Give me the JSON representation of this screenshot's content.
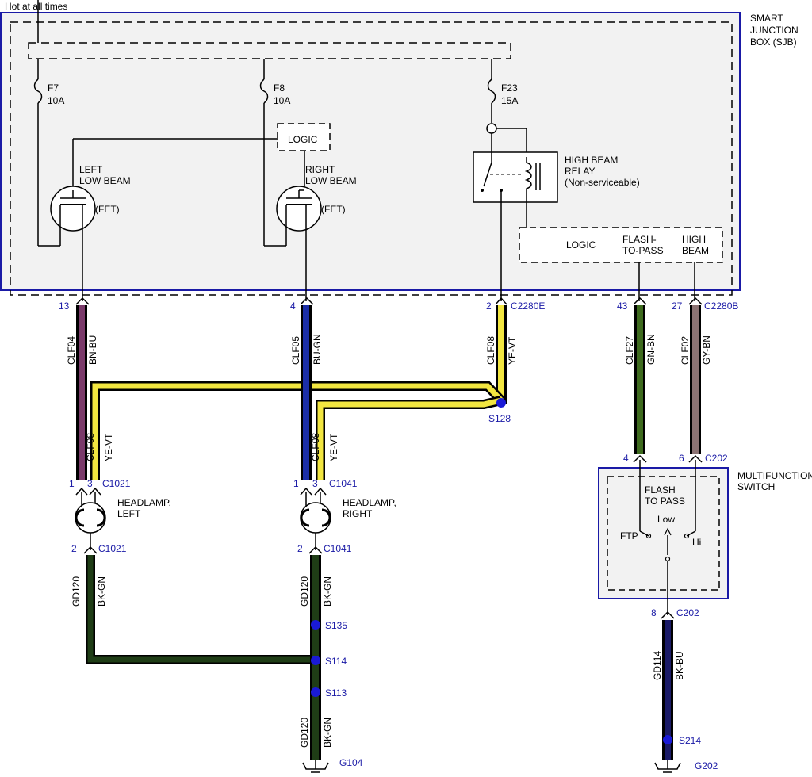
{
  "header": {
    "power_note": "Hot at all times"
  },
  "sjb": {
    "title_lines": [
      "SMART",
      "JUNCTION",
      "BOX (SJB)"
    ]
  },
  "fuses": [
    {
      "id": "F7",
      "rating": "10A"
    },
    {
      "id": "F8",
      "rating": "10A"
    },
    {
      "id": "F23",
      "rating": "15A"
    }
  ],
  "logic_box": "LOGIC",
  "fets": [
    {
      "lines": [
        "LEFT",
        "LOW BEAM"
      ],
      "type": "(FET)"
    },
    {
      "lines": [
        "RIGHT",
        "LOW BEAM"
      ],
      "type": "(FET)"
    }
  ],
  "relay": {
    "lines": [
      "HIGH BEAM",
      "RELAY",
      "(Non-serviceable)"
    ]
  },
  "sjb_logic": {
    "logic": "LOGIC",
    "flash_lines": [
      "FLASH-",
      "TO-PASS"
    ],
    "high_lines": [
      "HIGH",
      "BEAM"
    ]
  },
  "pins": {
    "p13": "13",
    "p4": "4",
    "p2": "2",
    "p43": "43",
    "p27": "27",
    "hl_left_1": "1",
    "hl_left_3": "3",
    "hl_left_2": "2",
    "hl_right_1": "1",
    "hl_right_3": "3",
    "hl_right_2": "2",
    "mfs_4": "4",
    "mfs_6": "6",
    "mfs_8": "8"
  },
  "connectors": {
    "c2280e": "C2280E",
    "c2280b": "C2280B",
    "c1021_top": "C1021",
    "c1021_bottom": "C1021",
    "c1041_top": "C1041",
    "c1041_bottom": "C1041",
    "c202_top": "C202",
    "c202_bottom": "C202"
  },
  "wires": [
    {
      "circuit": "CLF04",
      "color": "BN-BU"
    },
    {
      "circuit": "CLF05",
      "color": "BU-GN"
    },
    {
      "circuit": "CLF08",
      "color": "YE-VT"
    },
    {
      "circuit": "CLF27",
      "color": "GN-BN"
    },
    {
      "circuit": "CLF02",
      "color": "GY-BN"
    },
    {
      "circuit": "CLF08",
      "color": "YE-VT"
    },
    {
      "circuit": "CLF08",
      "color": "YE-VT"
    },
    {
      "circuit": "GD120",
      "color": "BK-GN"
    },
    {
      "circuit": "GD120",
      "color": "BK-GN"
    },
    {
      "circuit": "GD120",
      "color": "BK-GN"
    },
    {
      "circuit": "GD114",
      "color": "BK-BU"
    }
  ],
  "splices": {
    "s128": "S128",
    "s135": "S135",
    "s114": "S114",
    "s113": "S113",
    "s214": "S214"
  },
  "grounds": {
    "g104": "G104",
    "g202": "G202"
  },
  "headlamps": [
    {
      "lines": [
        "HEADLAMP,",
        "LEFT"
      ]
    },
    {
      "lines": [
        "HEADLAMP,",
        "RIGHT"
      ]
    }
  ],
  "switch": {
    "title_lines": [
      "MULTIFUNCTION",
      "SWITCH"
    ],
    "flash_lines": [
      "FLASH",
      "TO PASS"
    ],
    "ftp": "FTP",
    "low": "Low",
    "hi": "Hi"
  },
  "colors": {
    "sjb_border": "#1a1aa6",
    "box_fill": "#f2f2f2",
    "bn_bu": "#7a3a6a",
    "bu_gn": "#1c2fa8",
    "ye_vt": "#f2e640",
    "gn_bn": "#3e6b1e",
    "gy_bn": "#8c7373",
    "bk_gn": "#1f3d16",
    "bk_bu": "#1a1a66",
    "splice": "#1a1ad6"
  }
}
